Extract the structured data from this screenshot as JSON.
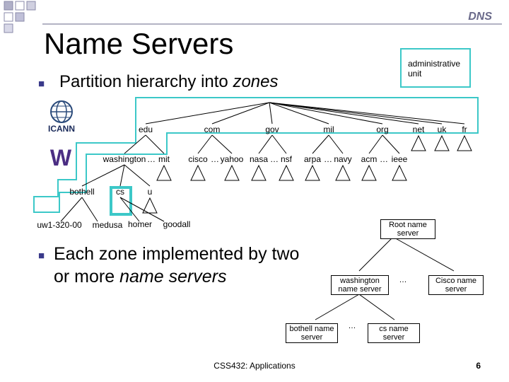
{
  "header": {
    "tag": "DNS",
    "title": "Name Servers"
  },
  "bullets": {
    "b1_main": "Partition hierarchy into ",
    "b1_em": "zones",
    "b2_main": "Each zone implemented by two or more ",
    "b2_em": "name servers"
  },
  "callout": {
    "admin": "administrative unit"
  },
  "logos": {
    "icann": "ICANN",
    "uw": "W"
  },
  "tree": {
    "top": [
      "edu",
      "com",
      "gov",
      "mil",
      "org",
      "net",
      "uk",
      "fr"
    ],
    "level2": {
      "washington": "washington",
      "mit": "mit",
      "cisco": "cisco",
      "yahoo": "yahoo",
      "nasa": "nasa",
      "nsf": "nsf",
      "arpa": "arpa",
      "navy": "navy",
      "acm": "acm",
      "ieee": "ieee",
      "ellipsis": "…"
    },
    "level3": {
      "bothell": "bothell",
      "cs": "cs",
      "u": "u"
    },
    "level4": {
      "uw": "uw1-320-00",
      "medusa": "medusa",
      "homer": "homer",
      "goodall": "goodall"
    }
  },
  "servers": {
    "root": "Root name server",
    "washington": "washington name server",
    "cisco": "Cisco name server",
    "bothell": "bothell name server",
    "cs": "cs name server",
    "ellipsis": "…"
  },
  "footer": {
    "text": "CSS432: Applications",
    "page": "6"
  },
  "colors": {
    "accent": "#3cc8c8",
    "bullet": "#3a3a8a",
    "tag": "#6a6a8a"
  }
}
